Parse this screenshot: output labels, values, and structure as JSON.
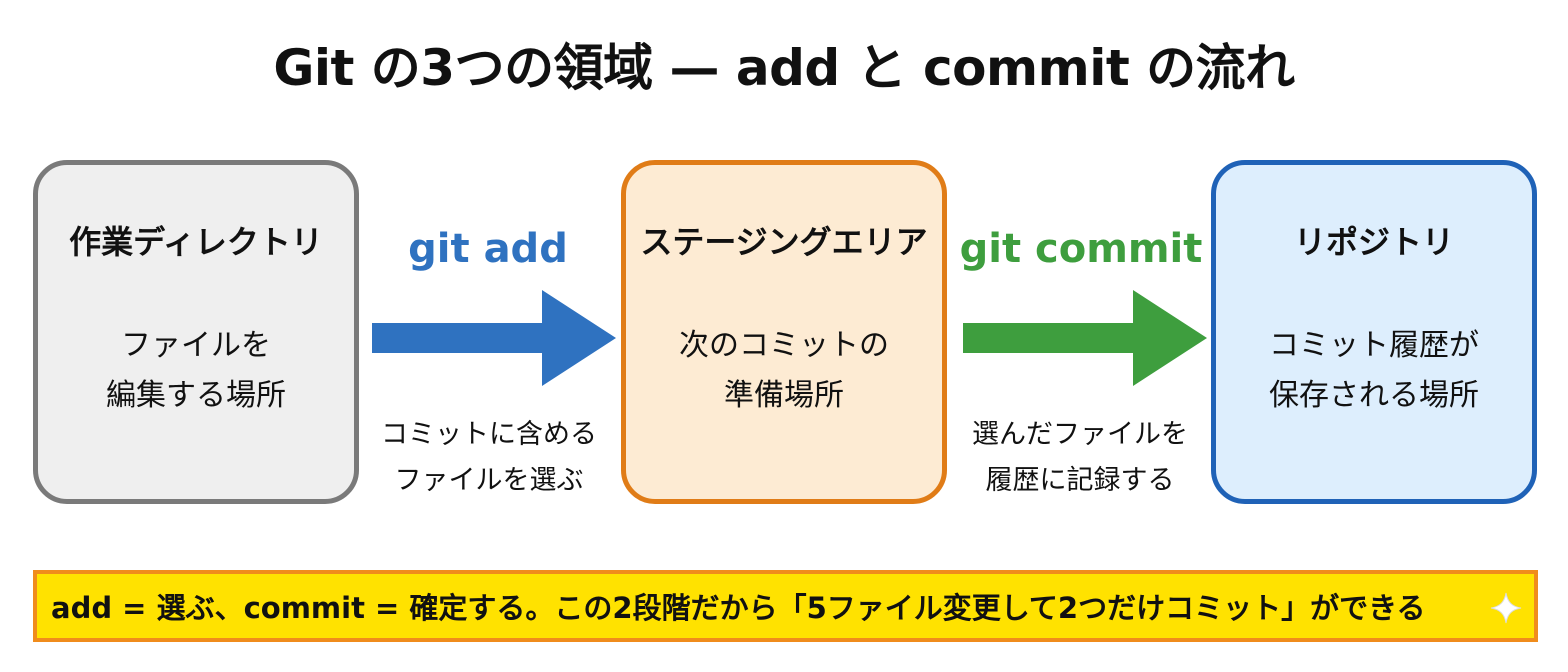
{
  "title": "Git の3つの領域 — add と commit の流れ",
  "boxes": [
    {
      "title": "作業ディレクトリ",
      "desc_lines": [
        "ファイルを",
        "編集する場所"
      ]
    },
    {
      "title": "ステージングエリア",
      "desc_lines": [
        "次のコミットの",
        "準備場所"
      ]
    },
    {
      "title": "リポジトリ",
      "desc_lines": [
        "コミット履歴が",
        "保存される場所"
      ]
    }
  ],
  "arrows": [
    {
      "command": "git add",
      "color": "#2f72c0",
      "desc_lines": [
        "コミットに含める",
        "ファイルを選ぶ"
      ]
    },
    {
      "command": "git commit",
      "color": "#3e9e3e",
      "desc_lines": [
        "選んだファイルを",
        "履歴に記録する"
      ]
    }
  ],
  "banner": "add = 選ぶ、commit = 確定する。この2段階だから「5ファイル変更して2つだけコミット」ができる",
  "colors": {
    "working_border": "#7a7a7a",
    "working_fill": "#efefef",
    "staging_border": "#e07c17",
    "staging_fill": "#fdebd3",
    "repo_border": "#1f62b7",
    "repo_fill": "#ddeefd",
    "banner_fill": "#ffe200",
    "banner_border": "#f08c1c"
  },
  "icons": {
    "corner": "sparkle-icon"
  }
}
